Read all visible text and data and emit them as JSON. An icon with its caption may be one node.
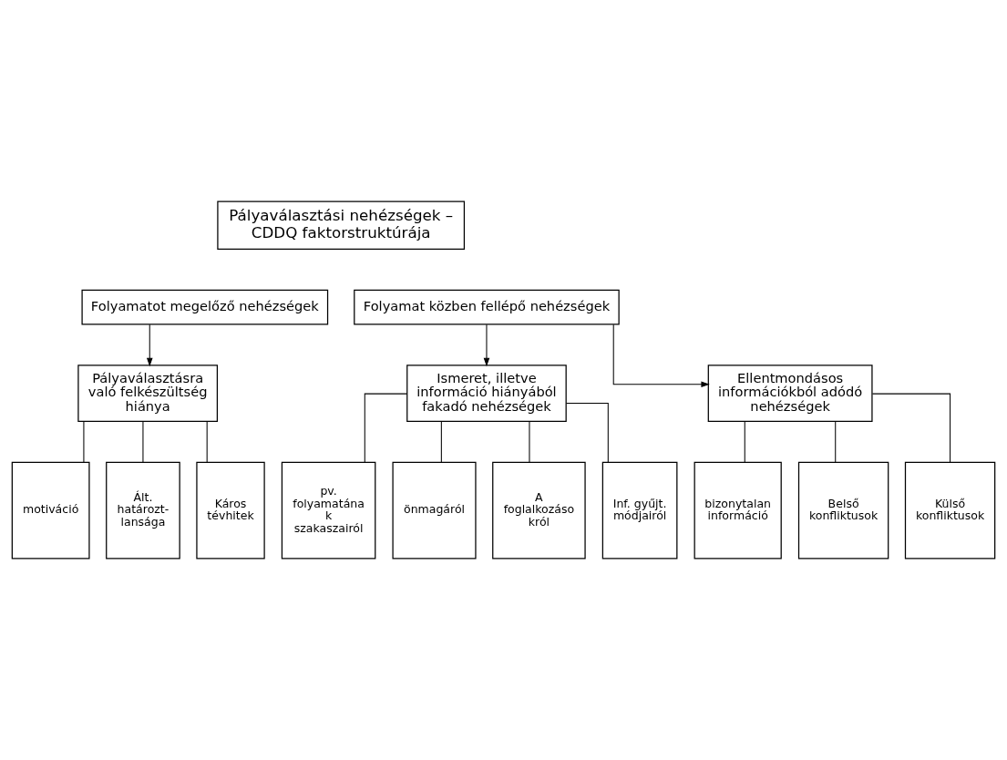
{
  "diagram": {
    "nodes": [
      {
        "text": [
          "Pályaválasztási nehézségek – CDDQ faktorstruktúrája"
        ]
      },
      {
        "text": [
          "Folyamatot megelőző nehézségek"
        ]
      },
      {
        "text": [
          "Folyamat közben fellépő nehézségek"
        ]
      },
      {
        "text": [
          "Pályaválasztásra való felkészültség hiánya"
        ]
      },
      {
        "text": [
          "Ismeret, illetve információ hiányából fakadó nehézségek"
        ]
      },
      {
        "text": [
          "Ellentmondásos információkból adódó nehézségek"
        ]
      },
      {
        "text": [
          "motiváció"
        ]
      },
      {
        "text": [
          "Ált. határozt- lansága"
        ]
      },
      {
        "text": [
          "Káros tévhitek"
        ]
      },
      {
        "text": [
          "pv. folyamatána k szakaszairól"
        ]
      },
      {
        "text": [
          "önmagáról"
        ]
      },
      {
        "text": [
          "A foglalkozáso król"
        ]
      },
      {
        "text": [
          "Inf. gyűjt. módjairól"
        ]
      },
      {
        "text": [
          "bizonytalan információ"
        ]
      },
      {
        "text": [
          "Belső konfliktusok"
        ]
      },
      {
        "text": [
          "Külső konfliktusok"
        ]
      }
    ],
    "edges": [
      {
        "from": 1,
        "to": 3,
        "arrow": "to"
      },
      {
        "from": 2,
        "to": 4,
        "arrow": "to"
      },
      {
        "from": 2,
        "to": 5,
        "arrow": "to"
      },
      {
        "from": 3,
        "to": 6,
        "arrow": "none"
      },
      {
        "from": 3,
        "to": 7,
        "arrow": "none"
      },
      {
        "from": 3,
        "to": 8,
        "arrow": "none"
      },
      {
        "from": 4,
        "to": 9,
        "arrow": "none"
      },
      {
        "from": 4,
        "to": 10,
        "arrow": "none"
      },
      {
        "from": 4,
        "to": 11,
        "arrow": "none"
      },
      {
        "from": 4,
        "to": 12,
        "arrow": "none"
      },
      {
        "from": 5,
        "to": 13,
        "arrow": "none"
      },
      {
        "from": 5,
        "to": 14,
        "arrow": "none"
      },
      {
        "from": 5,
        "to": 15,
        "arrow": "none"
      }
    ]
  }
}
